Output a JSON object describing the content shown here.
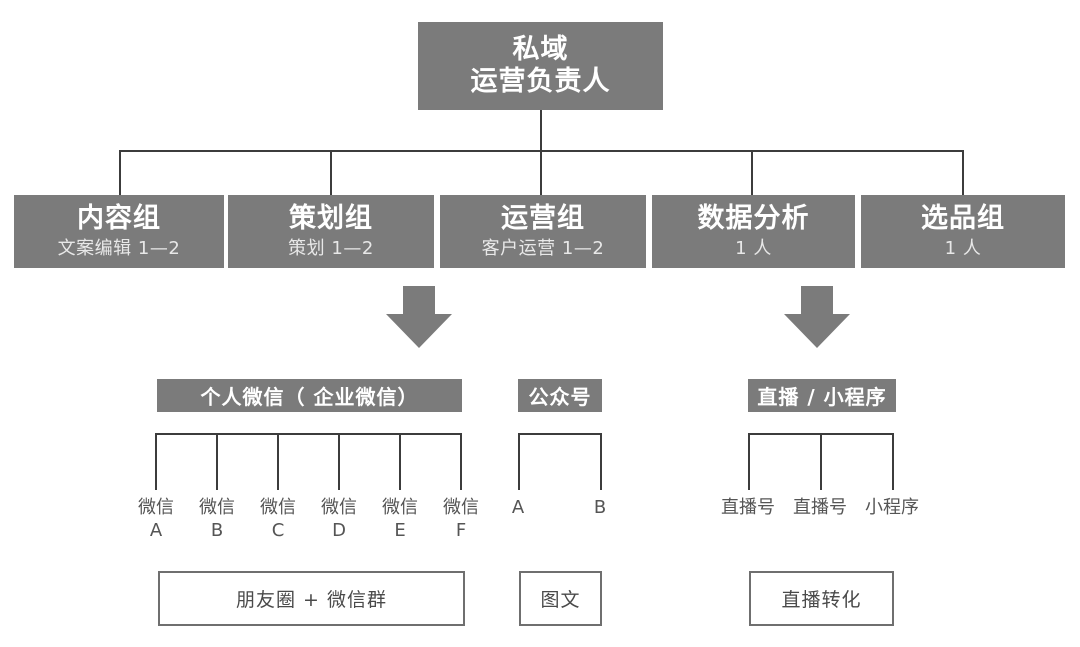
{
  "diagram": {
    "title_box": {
      "line1": "私域",
      "line2": "运营负责人"
    },
    "teams": [
      {
        "name": "内容组",
        "staff": "文案编辑 1—2"
      },
      {
        "name": "策划组",
        "staff": "策划 1—2"
      },
      {
        "name": "运营组",
        "staff": "客户运营 1—2"
      },
      {
        "name": "数据分析",
        "staff": "1 人"
      },
      {
        "name": "选品组",
        "staff": "1 人"
      }
    ],
    "channels": [
      {
        "header": "个人微信（ 企业微信）",
        "leaves": [
          {
            "top": "微信",
            "bottom": "A"
          },
          {
            "top": "微信",
            "bottom": "B"
          },
          {
            "top": "微信",
            "bottom": "C"
          },
          {
            "top": "微信",
            "bottom": "D"
          },
          {
            "top": "微信",
            "bottom": "E"
          },
          {
            "top": "微信",
            "bottom": "F"
          }
        ],
        "outcome": "朋友圈 + 微信群"
      },
      {
        "header": "公众号",
        "leaves": [
          {
            "top": "A",
            "bottom": ""
          },
          {
            "top": "B",
            "bottom": ""
          }
        ],
        "outcome": "图文"
      },
      {
        "header": "直播 / 小程序",
        "leaves": [
          {
            "top": "直播号",
            "bottom": ""
          },
          {
            "top": "直播号",
            "bottom": ""
          },
          {
            "top": "小程序",
            "bottom": ""
          }
        ],
        "outcome": "直播转化"
      }
    ],
    "arrows": [
      {
        "name": "arrow-to-wechat"
      },
      {
        "name": "arrow-to-livestream"
      }
    ],
    "colors": {
      "box_fill": "#7b7b7b",
      "box_text": "#ffffff",
      "sub_text": "#e8e8e8",
      "line": "#3c3c3c",
      "outline_box_border": "#6f6f6f",
      "leaf_text": "#555555",
      "background": "#ffffff"
    }
  }
}
